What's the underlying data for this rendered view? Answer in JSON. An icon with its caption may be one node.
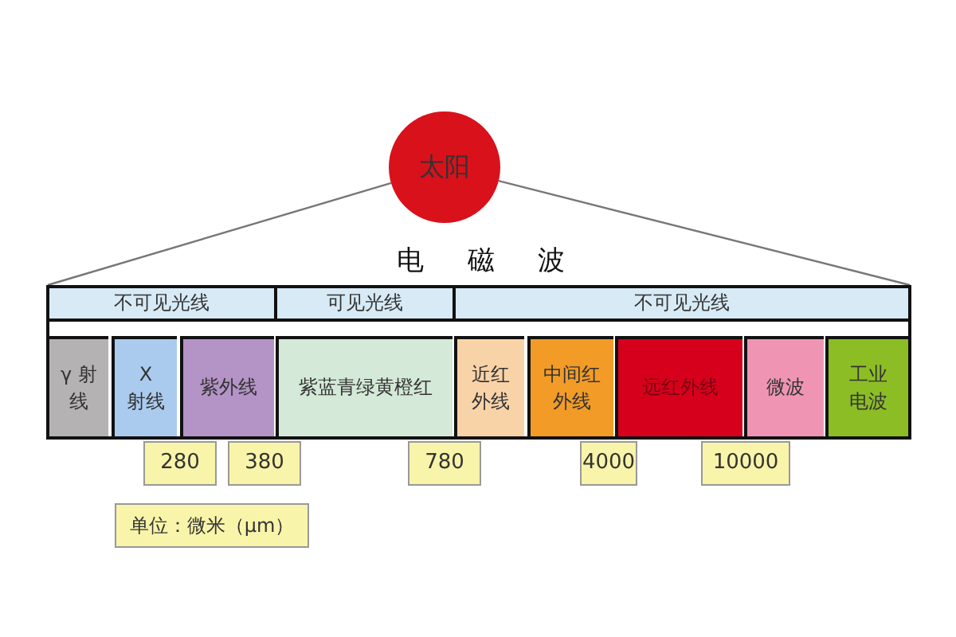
{
  "diagram": {
    "nodes": [
      {
        "text": [
          "太阳"
        ]
      },
      {
        "text": [],
        "shape": "box"
      },
      {
        "text": [
          "不可见光线"
        ],
        "in": 1
      },
      {
        "text": [
          "可见光线"
        ],
        "in": 1
      },
      {
        "text": [
          "不可见光线"
        ],
        "in": 1
      },
      {
        "text": [
          "γ 射线"
        ],
        "in": 1
      },
      {
        "text": [
          "X 射线"
        ],
        "in": 1
      },
      {
        "text": [
          "紫外线"
        ],
        "in": 1
      },
      {
        "text": [
          "紫蓝青绿黄橙红"
        ],
        "in": 1
      },
      {
        "text": [
          "近红外线"
        ],
        "in": 1
      },
      {
        "text": [
          "中间红外线"
        ],
        "in": 1
      },
      {
        "text": [
          "远红外线"
        ],
        "in": 1
      },
      {
        "text": [
          "微波"
        ],
        "in": 1
      },
      {
        "text": [
          "工业电波"
        ],
        "in": 1
      },
      {
        "text": [
          "280"
        ]
      },
      {
        "text": [
          "380"
        ]
      },
      {
        "text": [
          "780"
        ]
      },
      {
        "text": [
          "4000"
        ]
      },
      {
        "text": [
          "10000"
        ]
      },
      {
        "text": [
          "单位：微米（μm）"
        ]
      }
    ],
    "edges": [
      {
        "from": 0,
        "to": 1,
        "arrow": "none"
      },
      {
        "from": 0,
        "to": 1,
        "arrow": "none"
      }
    ],
    "labels": [
      "电磁波"
    ]
  }
}
